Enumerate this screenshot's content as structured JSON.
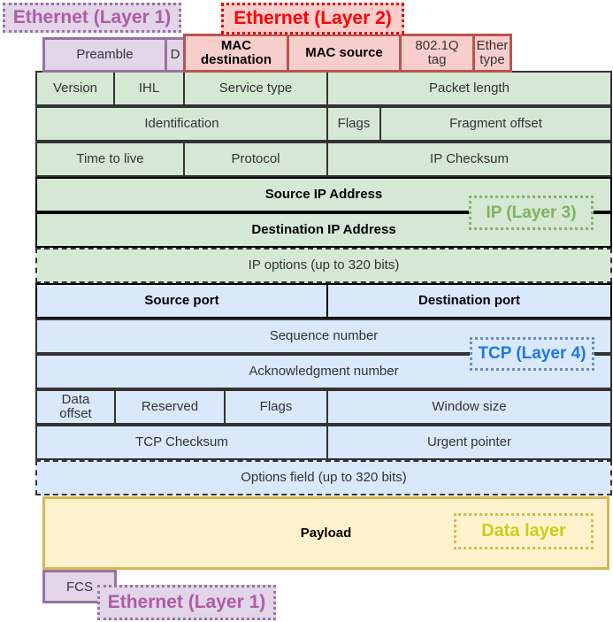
{
  "labels": {
    "ethernet_layer1_top": "Ethernet (Layer 1)",
    "ethernet_layer2": "Ethernet (Layer 2)",
    "ip_layer3": "IP (Layer 3)",
    "tcp_layer4": "TCP (Layer 4)",
    "data_layer": "Data layer",
    "ethernet_layer1_bottom": "Ethernet (Layer 1)"
  },
  "ethernet_header": {
    "preamble": "Preamble",
    "delimiter": "D",
    "mac_destination": "MAC destination",
    "mac_source": "MAC source",
    "vlan_tag": "802.1Q tag",
    "ether_type": "Ether type",
    "fcs": "FCS"
  },
  "ip_header": {
    "version": "Version",
    "ihl": "IHL",
    "service_type": "Service type",
    "packet_length": "Packet length",
    "identification": "Identification",
    "flags": "Flags",
    "fragment_offset": "Fragment offset",
    "time_to_live": "Time to live",
    "protocol": "Protocol",
    "checksum": "IP Checksum",
    "source_address": "Source IP Address",
    "destination_address": "Destination IP Address",
    "options": "IP options (up to 320 bits)"
  },
  "tcp_header": {
    "source_port": "Source port",
    "destination_port": "Destination port",
    "sequence_number": "Sequence number",
    "acknowledgment_number": "Acknowledgment number",
    "data_offset": "Data offset",
    "reserved": "Reserved",
    "flags": "Flags",
    "window_size": "Window size",
    "checksum": "TCP Checksum",
    "urgent_pointer": "Urgent pointer",
    "options": "Options field (up to 320 bits)"
  },
  "payload": {
    "label": "Payload"
  },
  "colors": {
    "purple_fill": "#E1D5E7",
    "purple_stroke": "#9673A6",
    "red_fill": "#F8CECC",
    "red_stroke": "#B85450",
    "green_fill": "#D5E8D4",
    "green_stroke": "#82B366",
    "blue_fill": "#DAE8FC",
    "blue_stroke": "#6C8EBF",
    "yellow_fill": "#FFF2CC",
    "yellow_stroke": "#D6B656",
    "label_purple_text": "#AE5CA8",
    "label_red_text": "#FF0000",
    "label_green_text": "#7FB25E",
    "label_blue_text": "#1F78E8",
    "label_yellow_text": "#C9CF16"
  }
}
